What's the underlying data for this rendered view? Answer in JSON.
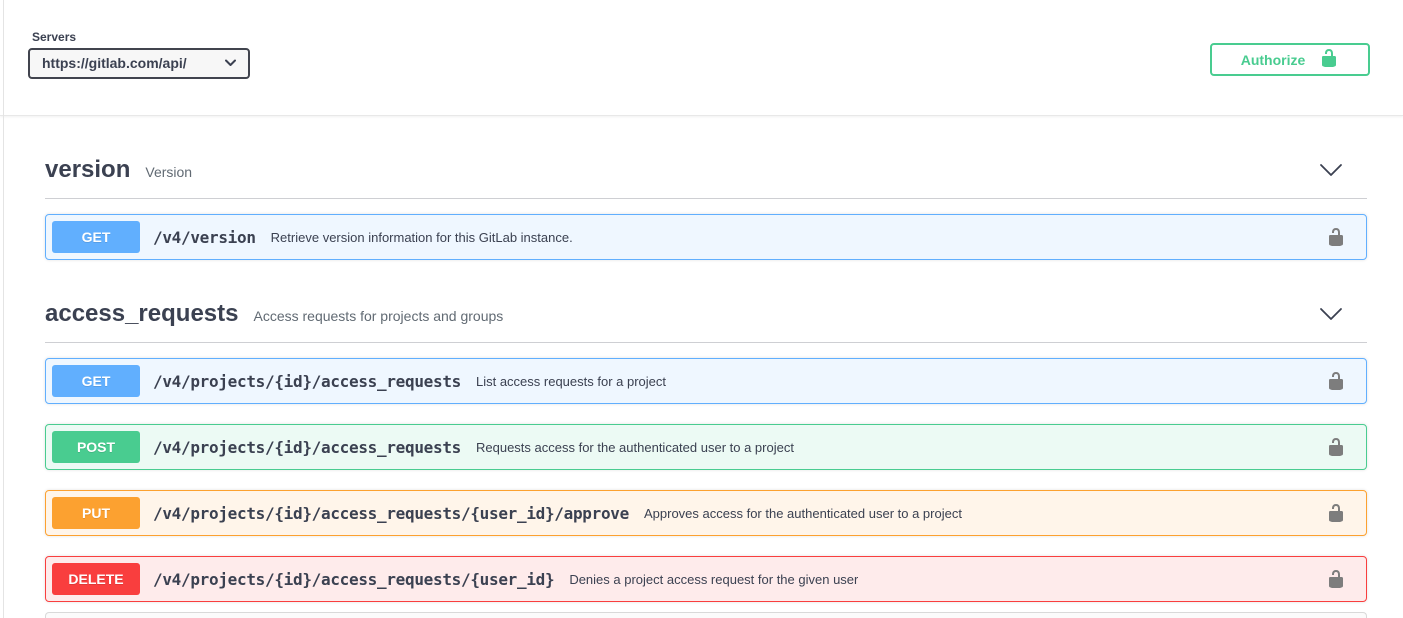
{
  "server_panel": {
    "label": "Servers",
    "selected_server": "https://gitlab.com/api/",
    "authorize_label": "Authorize"
  },
  "icons": {
    "select_chevron": "chevron-down",
    "section_chevron": "chevron-down",
    "authorize_lock": "unlocked-padlock",
    "operation_lock": "unlocked-padlock"
  },
  "colors": {
    "accent_green": "#49cc90",
    "method_get": "#61affe",
    "method_post": "#49cc90",
    "method_put": "#fca130",
    "method_delete": "#f93e3e",
    "text_dark": "#3b4151",
    "lock_gray": "#7d7d7d"
  },
  "sections": [
    {
      "title": "version",
      "subtitle": "Version",
      "operations": [
        {
          "method": "GET",
          "path": "/v4/version",
          "description": "Retrieve version information for this GitLab instance."
        }
      ]
    },
    {
      "title": "access_requests",
      "subtitle": "Access requests for projects and groups",
      "operations": [
        {
          "method": "GET",
          "path": "/v4/projects/{id}/access_requests",
          "description": "List access requests for a project"
        },
        {
          "method": "POST",
          "path": "/v4/projects/{id}/access_requests",
          "description": "Requests access for the authenticated user to a project"
        },
        {
          "method": "PUT",
          "path": "/v4/projects/{id}/access_requests/{user_id}/approve",
          "description": "Approves access for the authenticated user to a project"
        },
        {
          "method": "DELETE",
          "path": "/v4/projects/{id}/access_requests/{user_id}",
          "description": "Denies a project access request for the given user"
        }
      ]
    }
  ]
}
